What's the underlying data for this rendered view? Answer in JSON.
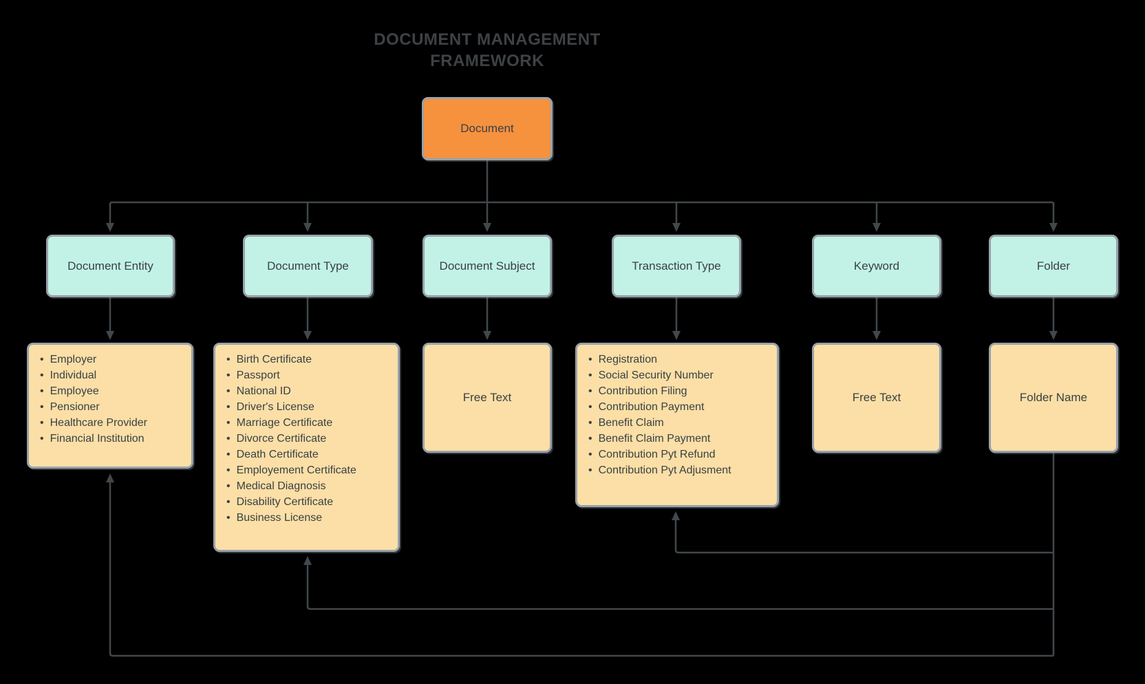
{
  "title": {
    "line1": "DOCUMENT MANAGEMENT",
    "line2": "FRAMEWORK"
  },
  "root": {
    "label": "Document"
  },
  "columns": [
    {
      "header": "Document Entity",
      "items": [
        "Employer",
        "Individual",
        "Employee",
        "Pensioner",
        "Healthcare Provider",
        "Financial Institution"
      ]
    },
    {
      "header": "Document Type",
      "items": [
        "Birth Certificate",
        "Passport",
        "National ID",
        "Driver's License",
        "Marriage Certificate",
        "Divorce Certificate",
        "Death Certificate",
        "Employement Certificate",
        "Medical Diagnosis",
        "Disability Certificate",
        "Business License"
      ]
    },
    {
      "header": "Document Subject",
      "value": "Free Text"
    },
    {
      "header": "Transaction Type",
      "items": [
        "Registration",
        "Social Security Number",
        "Contribution Filing",
        "Contribution Payment",
        "Benefit Claim",
        "Benefit Claim Payment",
        "Contribution Pyt Refund",
        "Contribution Pyt Adjusment"
      ]
    },
    {
      "header": "Keyword",
      "value": "Free Text"
    },
    {
      "header": "Folder",
      "value": "Folder Name"
    }
  ],
  "colors": {
    "background": "#000000",
    "root_fill": "#f6913e",
    "category_fill": "#c2f2e6",
    "value_fill": "#fbdfa6",
    "box_border": "#99a2ab",
    "connector": "#42474b",
    "text": "#3a4045",
    "title_text": "#3e4245"
  }
}
